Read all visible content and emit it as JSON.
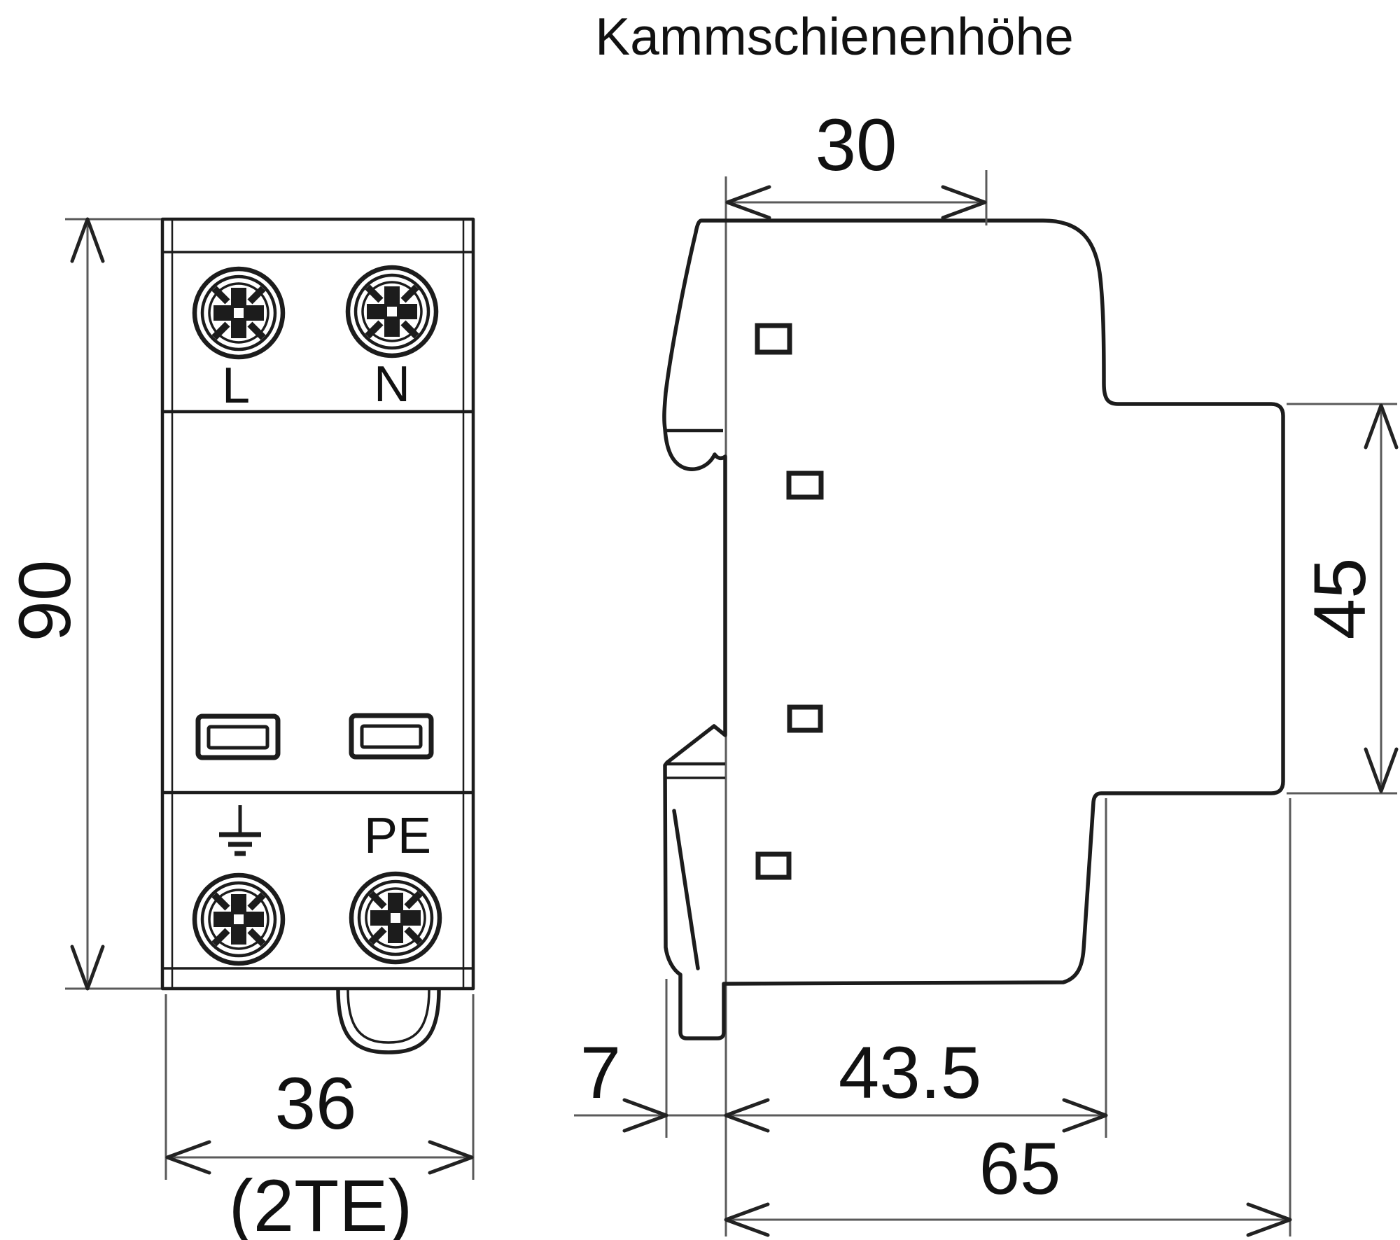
{
  "title": {
    "top_label": "Kammschienenhöhe"
  },
  "front_view": {
    "terminals": {
      "l": "L",
      "n": "N",
      "pe": "PE"
    },
    "height_label": "90",
    "width_label": "36",
    "module_label": "(2TE)"
  },
  "side_view": {
    "top_width_label": "30",
    "rail_section_height_label": "45",
    "clip_depth_label": "7",
    "body_depth_label": "43.5",
    "total_depth_label": "65"
  },
  "icons": {
    "screw": "pozidriv-screw-icon",
    "ground": "earth-ground-icon"
  },
  "colors": {
    "line": "#1c1c1c",
    "dim_line": "#5a5a5a",
    "text": "#111111",
    "background": "#ffffff"
  }
}
